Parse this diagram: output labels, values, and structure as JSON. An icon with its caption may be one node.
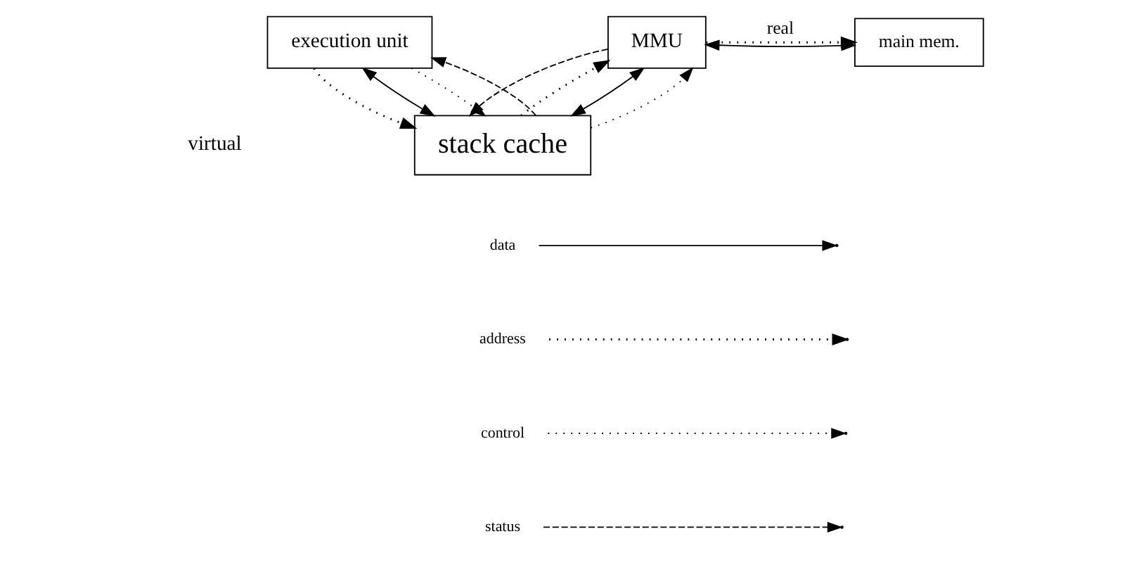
{
  "diagram": {
    "nodes": [
      {
        "text": [
          "execution unit"
        ]
      },
      {
        "text": [
          "MMU"
        ]
      },
      {
        "text": [
          "main mem."
        ]
      },
      {
        "text": [
          "stack cache"
        ]
      }
    ],
    "edges": [
      {
        "from": 0,
        "to": 3,
        "arrow": "to",
        "style": "dashed"
      },
      {
        "from": 3,
        "to": 1,
        "arrow": "to",
        "style": "dashed"
      },
      {
        "from": 1,
        "to": 2,
        "arrow": "to",
        "style": "dashed",
        "label": "real"
      },
      {
        "from": 1,
        "to": 2,
        "arrow": "both"
      },
      {
        "from": 0,
        "to": 3,
        "arrow": "both"
      },
      {
        "from": 0,
        "to": 3,
        "arrow": "to",
        "style": "dashed"
      },
      {
        "from": 3,
        "to": 0,
        "arrow": "to",
        "style": "dashed"
      },
      {
        "from": 3,
        "to": 1,
        "arrow": "both"
      },
      {
        "from": 3,
        "to": 1,
        "arrow": "to",
        "style": "dashed"
      },
      {
        "from": 1,
        "to": 3,
        "arrow": "to",
        "style": "dashed"
      }
    ],
    "labels": [
      "virtual"
    ],
    "legend": [
      {
        "text": "data"
      },
      {
        "text": "address"
      },
      {
        "text": "control"
      },
      {
        "text": "status"
      }
    ]
  }
}
